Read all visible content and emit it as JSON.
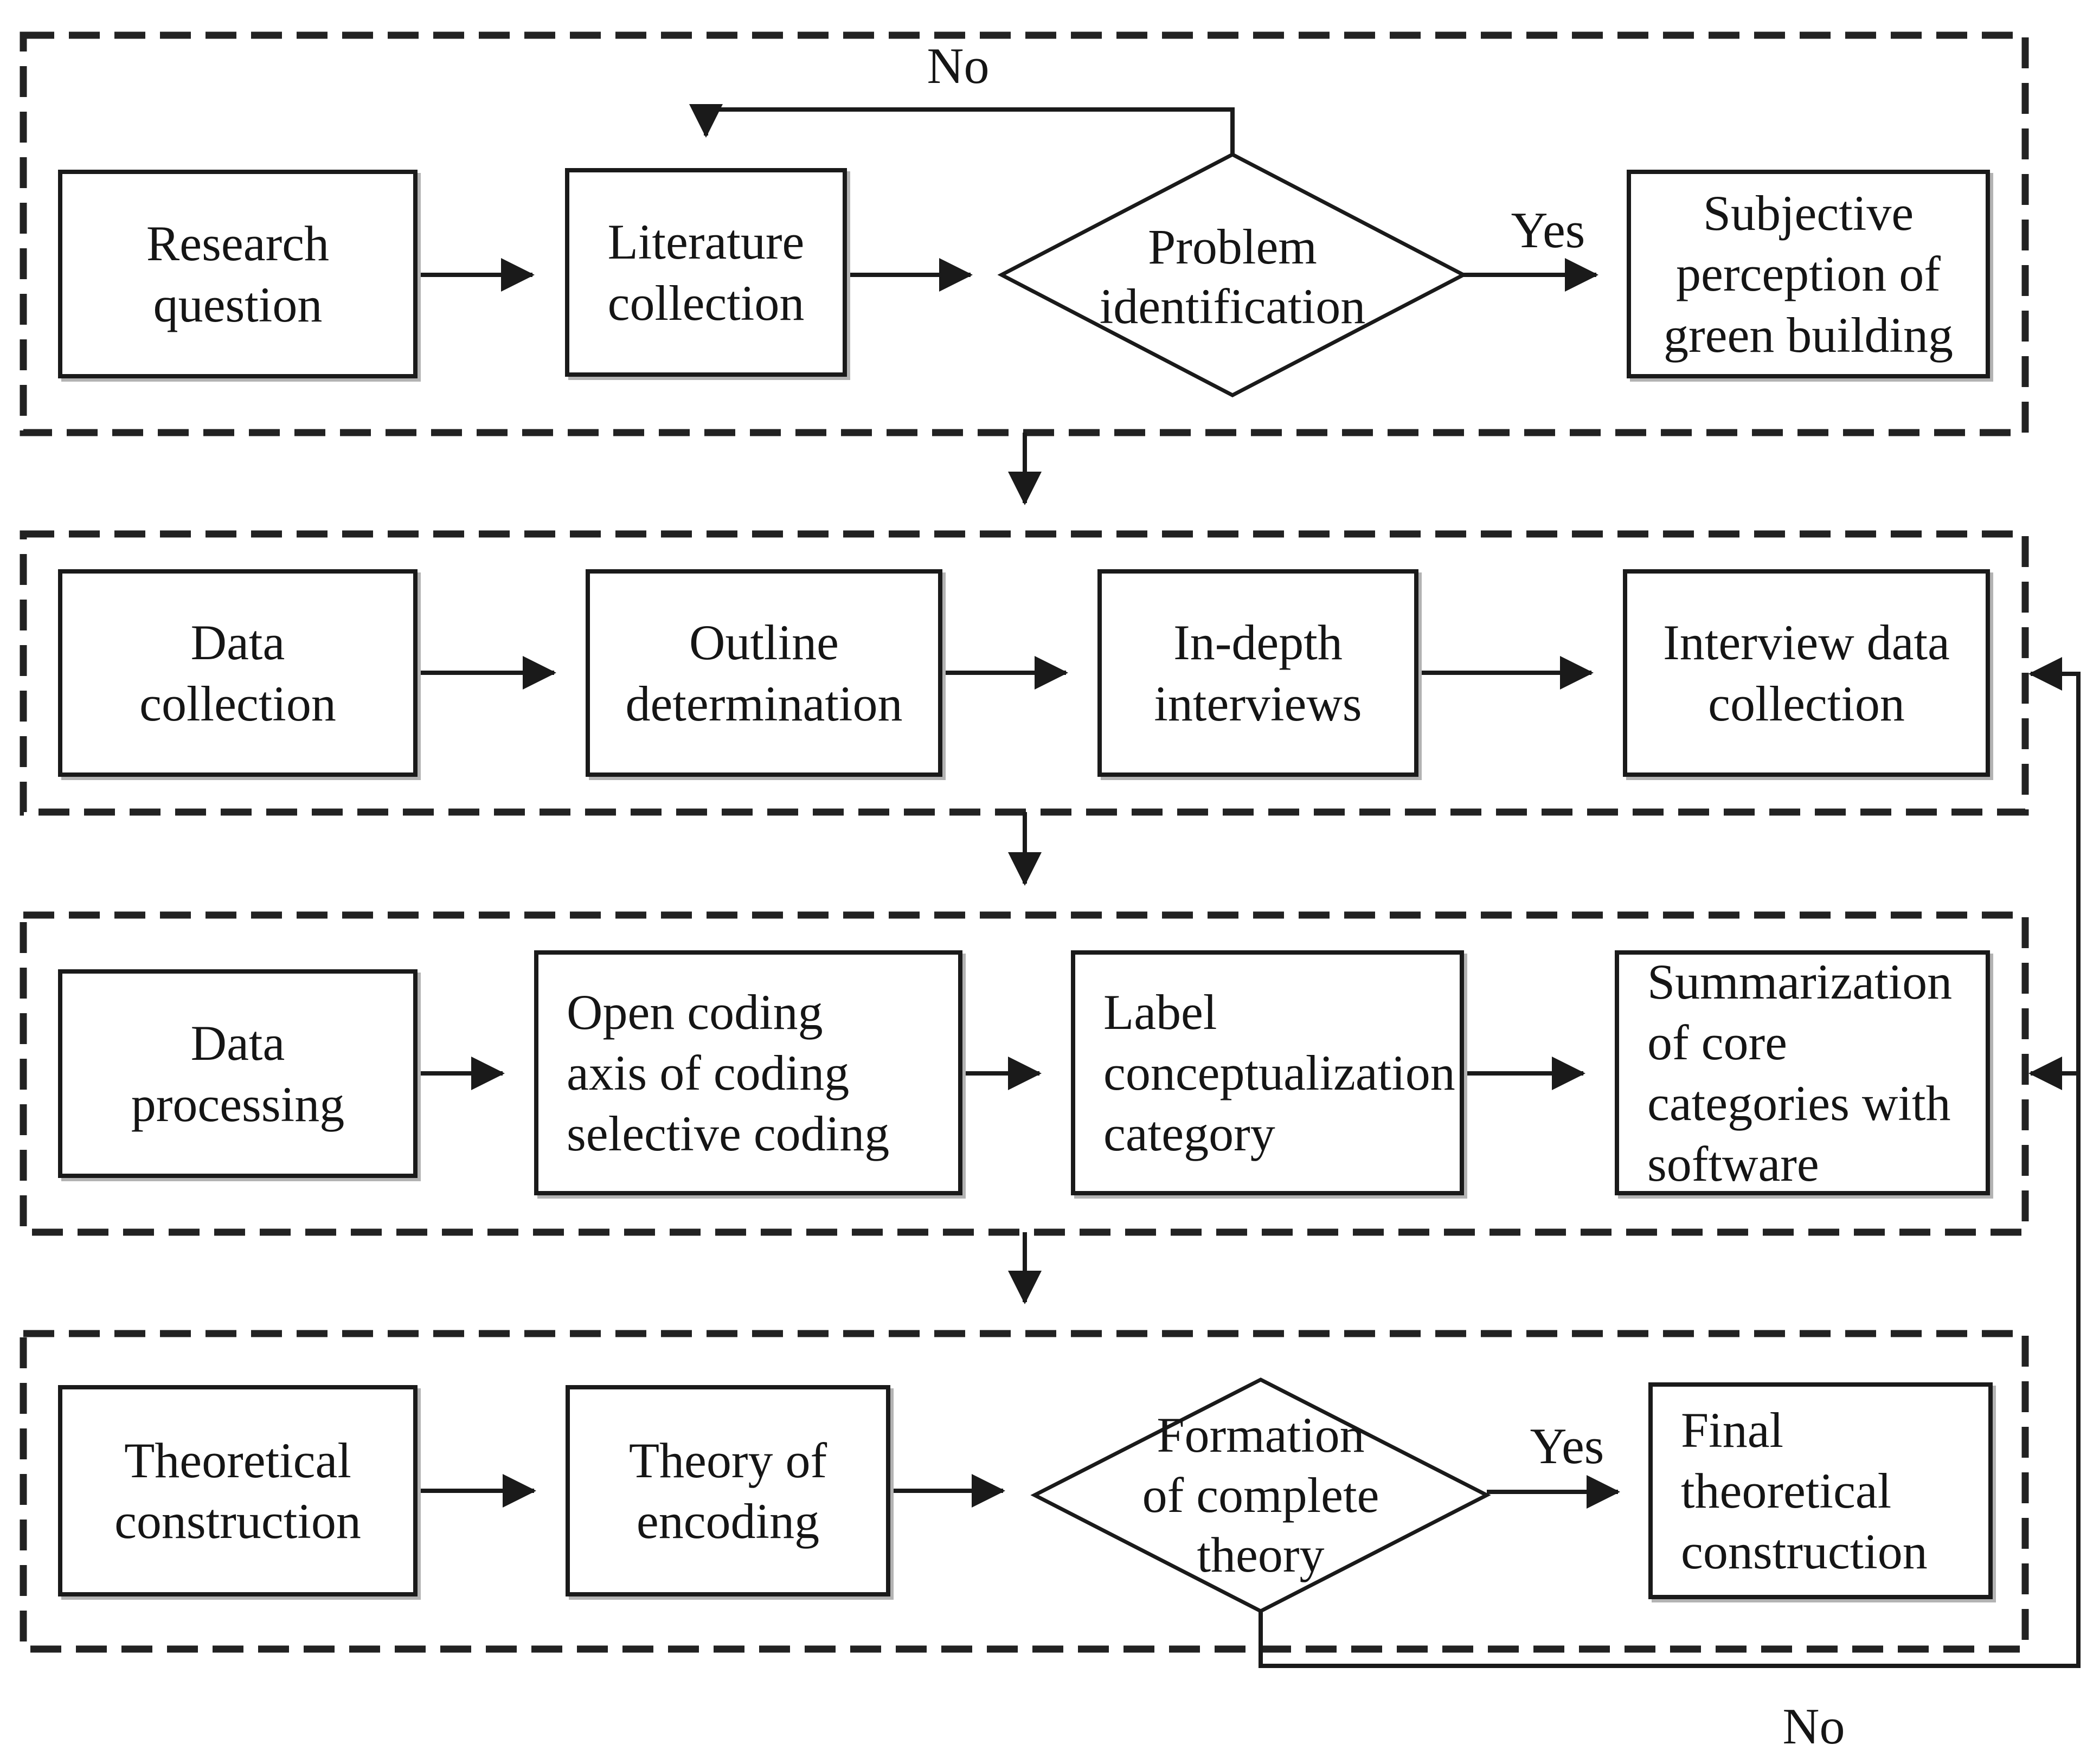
{
  "figure": {
    "type": "flowchart",
    "background_color": "#ffffff",
    "line_color": "#1a1a1a",
    "text_color": "#151515",
    "shadow_color": "#b3b3b3"
  },
  "labels": {
    "no_top": "No",
    "yes_stage1": "Yes",
    "yes_stage4": "Yes",
    "no_bottom": "No"
  },
  "stage1": {
    "research_question": "Research\nquestion",
    "literature_collection": "Literature\ncollection",
    "problem_identification": "Problem\nidentification",
    "subjective_perception": "Subjective\nperception of\ngreen building"
  },
  "stage2": {
    "data_collection": "Data\ncollection",
    "outline_determination": "Outline\ndetermination",
    "in_depth_interviews": "In-depth\ninterviews",
    "interview_data_collection": "Interview data\ncollection"
  },
  "stage3": {
    "data_processing": "Data\nprocessing",
    "coding": "Open coding\naxis of coding\nselective coding",
    "label_conceptualization": "Label\nconceptualization\ncategory",
    "summarization": "Summarization\nof core\ncategories with\nsoftware"
  },
  "stage4": {
    "theoretical_construction": "Theoretical\nconstruction",
    "theory_of_encoding": "Theory of\nencoding",
    "formation_of_complete_theory": "Formation\nof complete\ntheory",
    "final_theoretical_construction": "Final\ntheoretical\nconstruction"
  }
}
